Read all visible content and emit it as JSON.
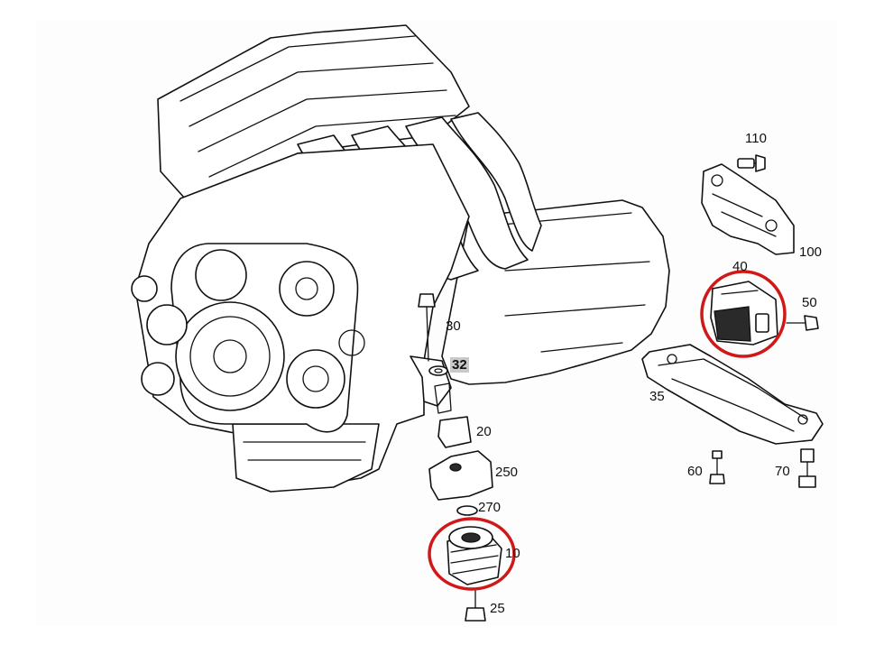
{
  "callouts": {
    "c110": "110",
    "c100": "100",
    "c40": "40",
    "c50": "50",
    "c30": "30",
    "c32": "32",
    "c35": "35",
    "c20": "20",
    "c250": "250",
    "c270": "270",
    "c10": "10",
    "c25": "25",
    "c60": "60",
    "c70": "70"
  },
  "colors": {
    "highlight_ring": "#d01818",
    "highlight_label_bg": "#c9c9c9",
    "line": "#111111"
  },
  "highlighted": [
    "40",
    "10",
    "32"
  ]
}
